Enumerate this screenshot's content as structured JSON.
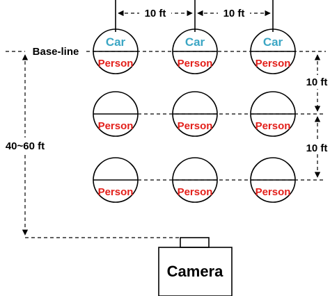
{
  "labels": {
    "baseline": "Base-line",
    "spacing_h_1": "10 ft",
    "spacing_h_2": "10 ft",
    "spacing_v_1": "10 ft",
    "spacing_v_2": "10 ft",
    "distance": "40~60 ft",
    "camera": "Camera"
  },
  "grid": {
    "rows": [
      {
        "circles": [
          {
            "top": "Car",
            "bottom": "Person"
          },
          {
            "top": "Car",
            "bottom": "Person"
          },
          {
            "top": "Car",
            "bottom": "Person"
          }
        ]
      },
      {
        "circles": [
          {
            "top": "",
            "bottom": "Person"
          },
          {
            "top": "",
            "bottom": "Person"
          },
          {
            "top": "",
            "bottom": "Person"
          }
        ]
      },
      {
        "circles": [
          {
            "top": "",
            "bottom": "Person"
          },
          {
            "top": "",
            "bottom": "Person"
          },
          {
            "top": "",
            "bottom": "Person"
          }
        ]
      }
    ]
  },
  "colors": {
    "car": "#3ba6c4",
    "person": "#e3201b",
    "line": "#000000"
  }
}
